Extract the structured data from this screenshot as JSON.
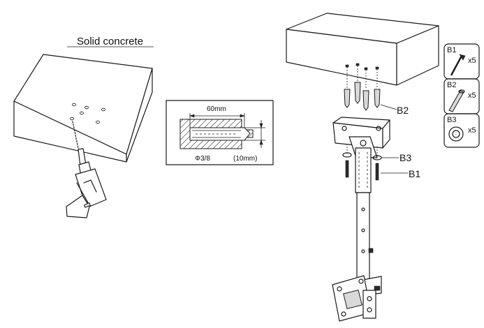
{
  "concrete_label": "Solid concrete",
  "detail": {
    "depth_label": "60mm",
    "diameter_label": "Φ3/8",
    "metric_label": "(10mm)"
  },
  "callouts": {
    "b2": "B2",
    "b3": "B3",
    "b1": "B1"
  },
  "parts": [
    {
      "code": "B1",
      "qty": "x5",
      "icon": "screw-icon"
    },
    {
      "code": "B2",
      "qty": "x5",
      "icon": "anchor-icon"
    },
    {
      "code": "B3",
      "qty": "x5",
      "icon": "washer-icon"
    }
  ]
}
